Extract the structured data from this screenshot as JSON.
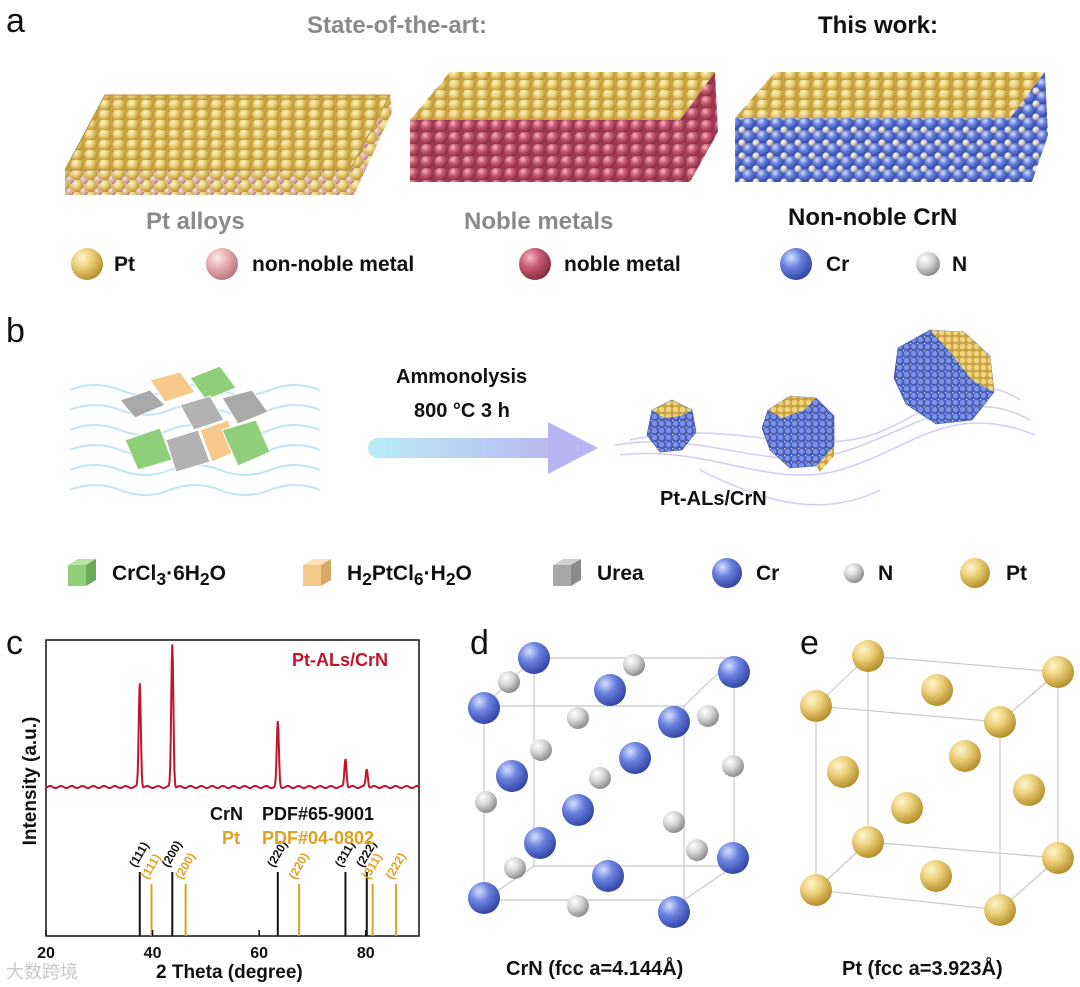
{
  "panels": {
    "a": "a",
    "b": "b",
    "c": "c",
    "d": "d",
    "e": "e"
  },
  "panel_a": {
    "header_left": "State-of-the-art:",
    "header_right": "This work:",
    "labels": [
      "Pt alloys",
      "Noble metals",
      "Non-noble CrN"
    ],
    "legend": [
      {
        "label": "Pt",
        "color": "#e9c86a"
      },
      {
        "label": "non-noble metal",
        "color": "#e9a9b0"
      },
      {
        "label": "noble metal",
        "color": "#c65a70"
      },
      {
        "label": "Cr",
        "color": "#5b74d6"
      },
      {
        "label": "N",
        "color": "#c8c8c8"
      }
    ]
  },
  "panel_b": {
    "arrow_line1": "Ammonolysis",
    "arrow_line2": "800 °C 3 h",
    "product": "Pt-ALs/CrN",
    "legend": [
      {
        "html": "CrCl<sub>3</sub>·6H<sub>2</sub>O",
        "color": "#8fcf7a"
      },
      {
        "html": "H<sub>2</sub>PtCl<sub>6</sub>·H<sub>2</sub>O",
        "color": "#f6c98b"
      },
      {
        "label": "Urea",
        "color": "#a8a8a8"
      },
      {
        "label": "Cr",
        "color": "#5b74d6"
      },
      {
        "label": "N",
        "color": "#c8c8c8"
      },
      {
        "label": "Pt",
        "color": "#e9c86a"
      }
    ]
  },
  "panel_c": {
    "chart_data": {
      "type": "line",
      "title": "",
      "xlabel": "2 Theta (degree)",
      "ylabel": "Intensity (a.u.)",
      "xlim": [
        20,
        90
      ],
      "xticks": [
        20,
        40,
        60,
        80
      ],
      "sample_label": "Pt-ALs/CrN",
      "sample_color": "#c0152a",
      "sample_peaks": [
        {
          "x": 37.6,
          "h": 0.4
        },
        {
          "x": 43.7,
          "h": 0.55
        },
        {
          "x": 63.5,
          "h": 0.25
        },
        {
          "x": 76.2,
          "h": 0.11
        },
        {
          "x": 80.2,
          "h": 0.07
        }
      ],
      "ref_legend": [
        {
          "name": "CrN",
          "pdf": "PDF#65-9001",
          "color": "#111111"
        },
        {
          "name": "Pt",
          "pdf": "PDF#04-0802",
          "color": "#e0a020"
        }
      ],
      "ref_lines": [
        {
          "x": 37.6,
          "label": "(111)",
          "color": "#111111"
        },
        {
          "x": 39.8,
          "label": "(111)",
          "color": "#e0a020"
        },
        {
          "x": 43.7,
          "label": "(200)",
          "color": "#111111"
        },
        {
          "x": 46.2,
          "label": "(200)",
          "color": "#e0a020"
        },
        {
          "x": 63.5,
          "label": "(220)",
          "color": "#111111"
        },
        {
          "x": 67.5,
          "label": "(220)",
          "color": "#e0a020"
        },
        {
          "x": 76.2,
          "label": "(311)",
          "color": "#111111"
        },
        {
          "x": 80.2,
          "label": "(222)",
          "color": "#111111"
        },
        {
          "x": 81.3,
          "label": "(311)",
          "color": "#e0a020"
        },
        {
          "x": 85.7,
          "label": "(222)",
          "color": "#e0a020"
        }
      ]
    }
  },
  "panel_d": {
    "caption": "CrN (fcc a=4.144Å)"
  },
  "panel_e": {
    "caption": "Pt (fcc a=3.923Å)"
  },
  "watermark": "大数跨境"
}
